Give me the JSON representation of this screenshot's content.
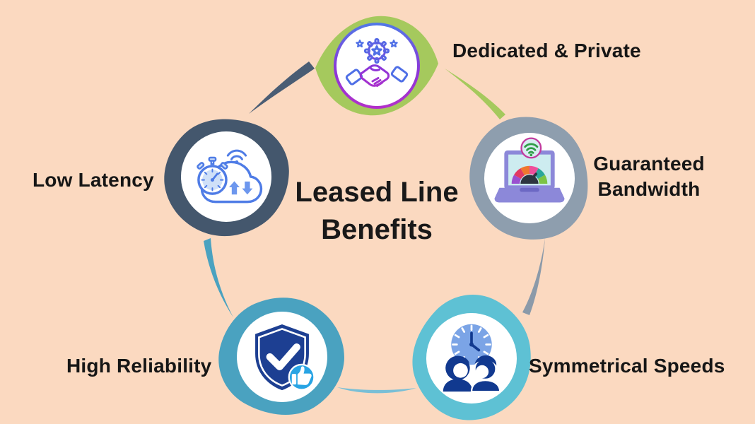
{
  "background_color": "#fbd9c0",
  "title": {
    "line1": "Leased Line",
    "line2": "Benefits"
  },
  "benefits": [
    {
      "id": "dedicated-private",
      "label": "Dedicated & Private",
      "icon": "handshake-gear-icon",
      "blob_color": "#a5c95d"
    },
    {
      "id": "guaranteed-bandwidth",
      "label": "Guaranteed Bandwidth",
      "icon": "laptop-speedometer-icon",
      "blob_color": "#8e9eae"
    },
    {
      "id": "symmetrical-speeds",
      "label": "Symmetrical Speeds",
      "icon": "people-clock-icon",
      "blob_color": "#5ec1d4"
    },
    {
      "id": "high-reliability",
      "label": "High Reliability",
      "icon": "shield-check-icon",
      "blob_color": "#4aa2c0"
    },
    {
      "id": "low-latency",
      "label": "Low Latency",
      "icon": "stopwatch-cloud-icon",
      "blob_color": "#44576d"
    }
  ],
  "connectors": [
    {
      "id": "dedicated-to-latency",
      "color": "#4a5d74"
    },
    {
      "id": "dedicated-to-guaranteed",
      "color": "#a5c95d"
    },
    {
      "id": "guaranteed-to-symmetrical",
      "color": "#8b9aa9"
    },
    {
      "id": "latency-to-reliability",
      "color": "#4aa2c0"
    },
    {
      "id": "reliability-to-symmetrical",
      "color": "#79bfd6"
    }
  ],
  "text_color": "#161616"
}
